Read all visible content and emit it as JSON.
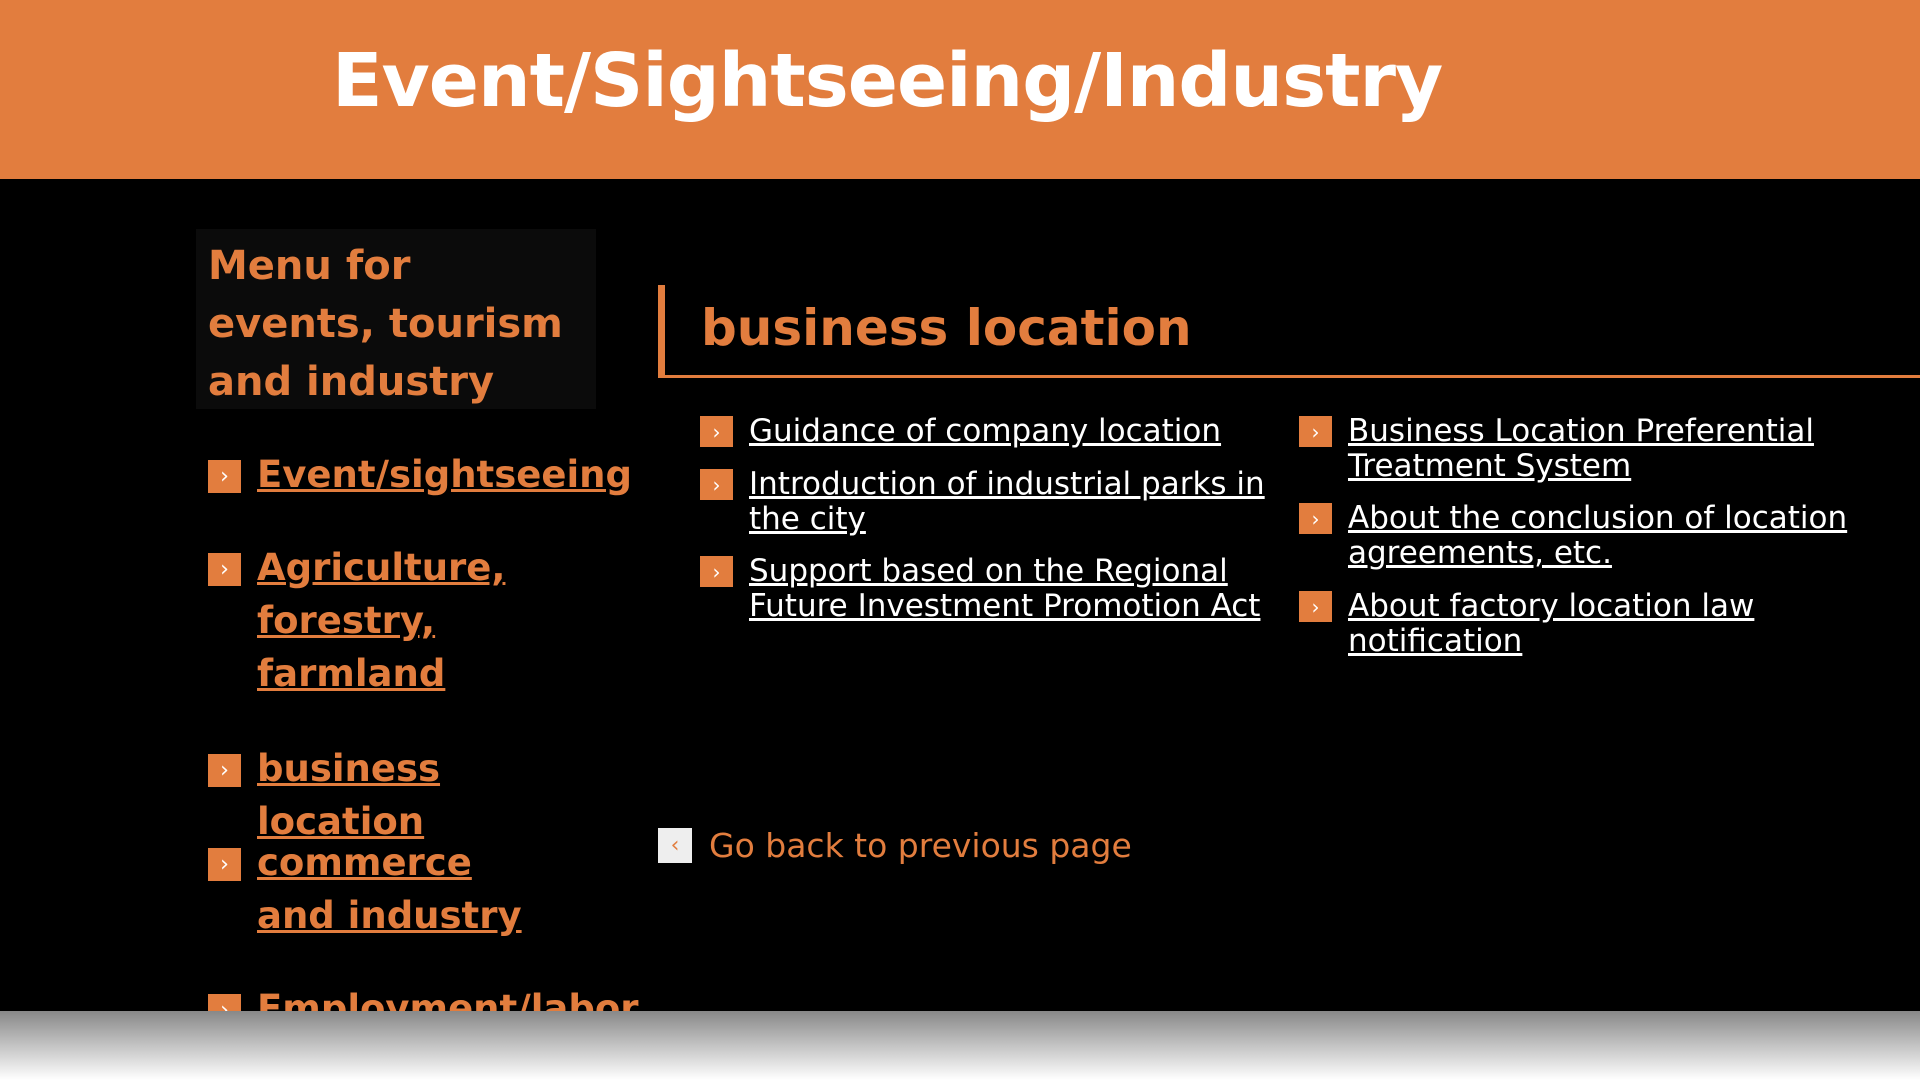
{
  "header": {
    "title": "Event/Sightseeing/Industry"
  },
  "sidebar": {
    "heading": "Menu for events, tourism and industry",
    "items": [
      {
        "label": "Event/sightseeing"
      },
      {
        "label": "Agriculture, forestry, farmland"
      },
      {
        "label": "business location"
      },
      {
        "label": "commerce and industry"
      },
      {
        "label": "Employment/labor"
      }
    ]
  },
  "main": {
    "heading": "business location",
    "links": [
      {
        "label": "Guidance of company location"
      },
      {
        "label": "Introduction of industrial parks in the city"
      },
      {
        "label": "Support based on the Regional Future Investment Promotion Act"
      },
      {
        "label": "Business Location Preferential Treatment System"
      },
      {
        "label": "About the conclusion of location agreements, etc."
      },
      {
        "label": "About factory location law notification"
      }
    ],
    "back_label": "Go back to previous page"
  },
  "colors": {
    "accent": "#E27D3E",
    "background": "#000000"
  }
}
